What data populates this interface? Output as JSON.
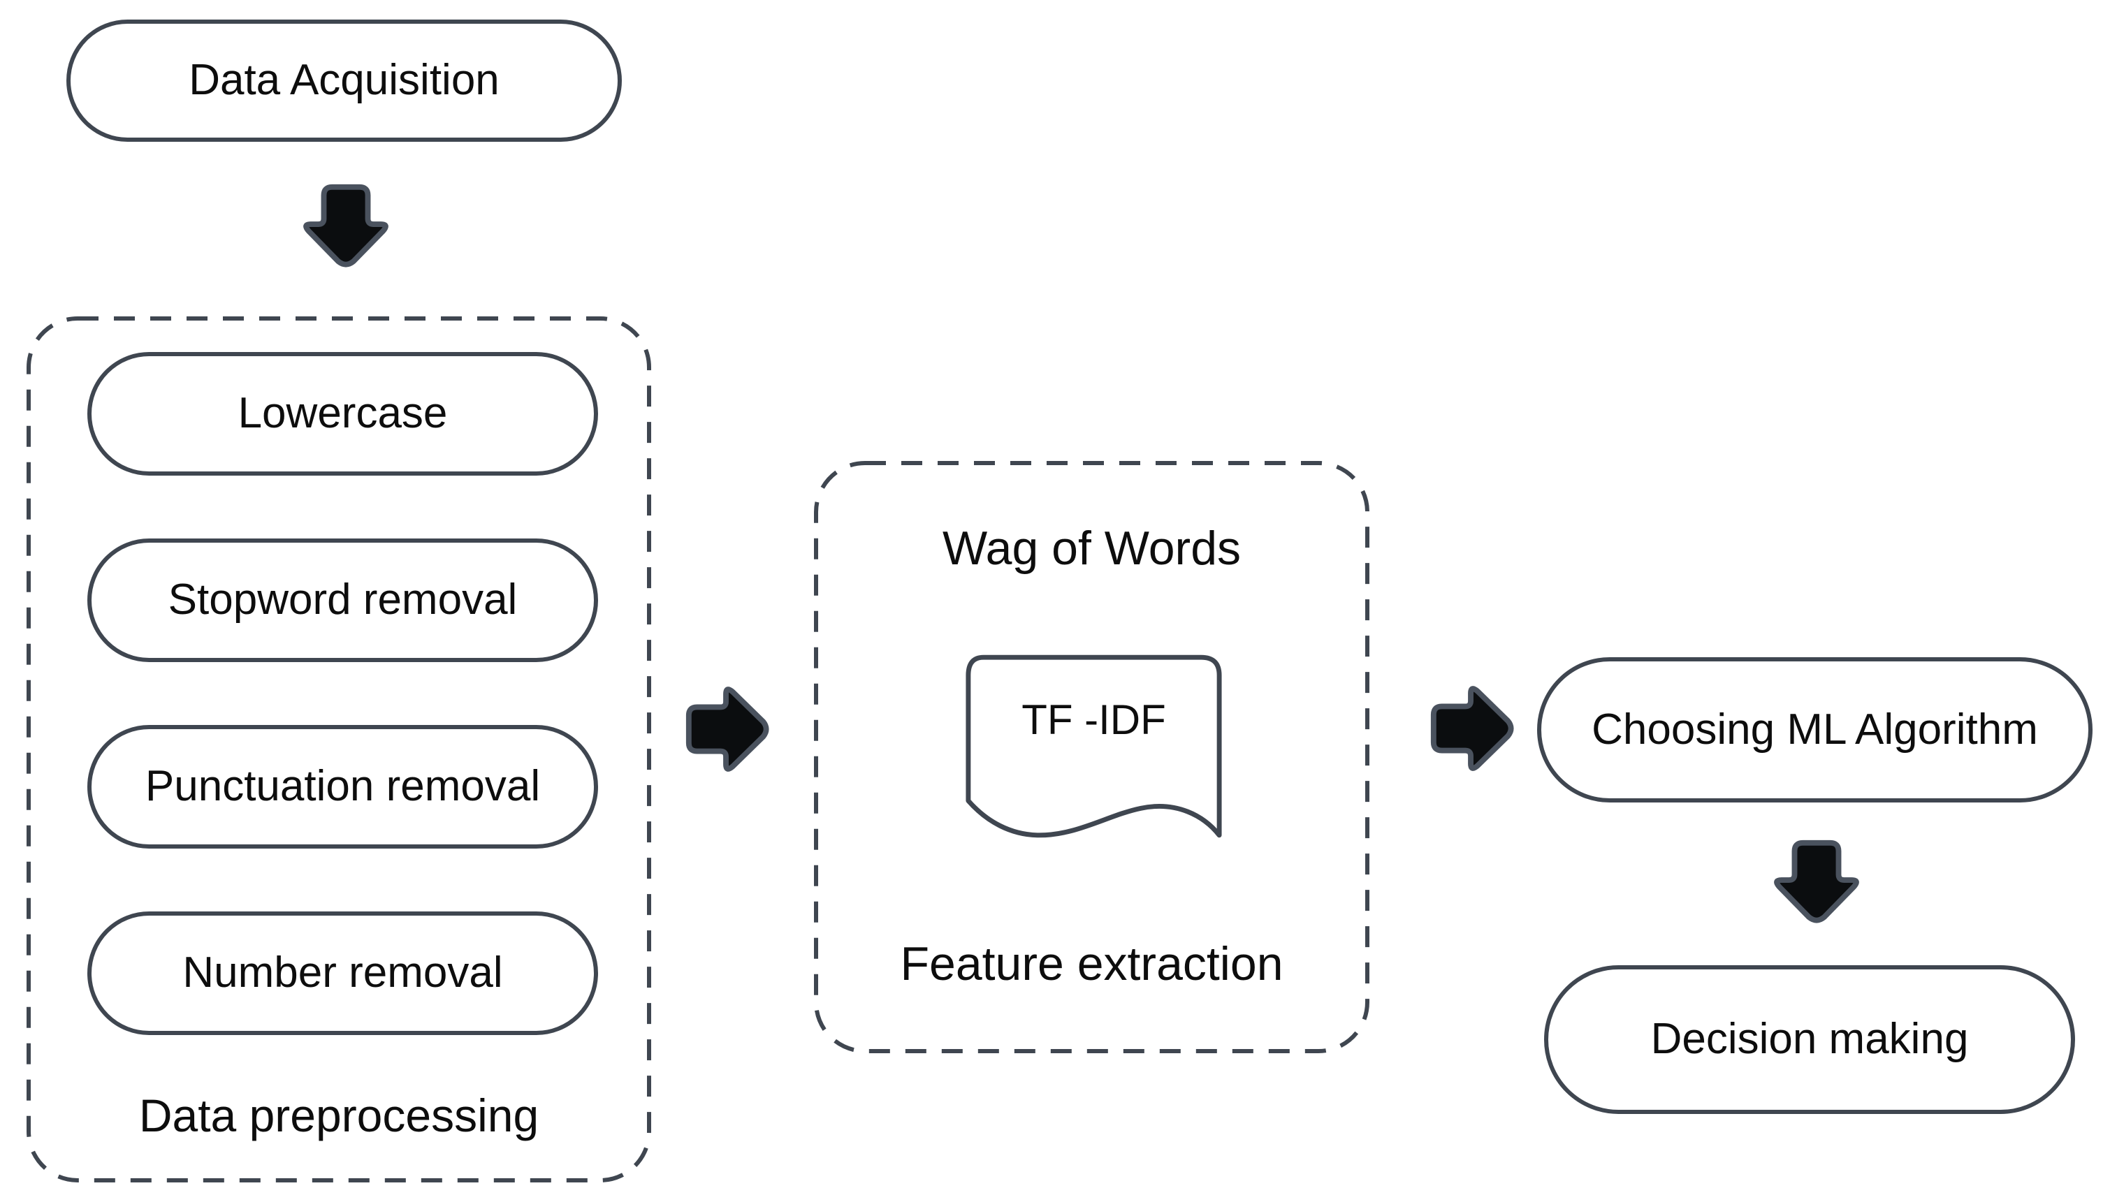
{
  "diagram": {
    "title": "Text classification ML pipeline flowchart",
    "background": "#ffffff",
    "colors": {
      "shape_stroke": "#3f4650",
      "shape_fill": "#ffffff",
      "arrow_fill": "#0b0d0f",
      "arrow_stroke": "#4a525e",
      "text": "#0d0d0d"
    }
  },
  "nodes": {
    "data_acquisition": {
      "label": "Data Acquisition"
    },
    "preprocessing": {
      "label": "Data preprocessing",
      "items": [
        {
          "label": "Lowercase"
        },
        {
          "label": "Stopword removal"
        },
        {
          "label": "Punctuation removal"
        },
        {
          "label": "Number removal"
        }
      ]
    },
    "feature_extraction": {
      "title": "Wag of Words",
      "doc_label": "TF -IDF",
      "caption": "Feature extraction"
    },
    "choosing_ml": {
      "label": "Choosing ML Algorithm"
    },
    "decision_making": {
      "label": "Decision making"
    }
  },
  "arrows": [
    {
      "name": "arrow-data-acquisition-to-preprocessing",
      "direction": "down"
    },
    {
      "name": "arrow-preprocessing-to-feature-extraction",
      "direction": "right"
    },
    {
      "name": "arrow-feature-extraction-to-choosing-ml",
      "direction": "right"
    },
    {
      "name": "arrow-choosing-ml-to-decision-making",
      "direction": "down"
    }
  ]
}
